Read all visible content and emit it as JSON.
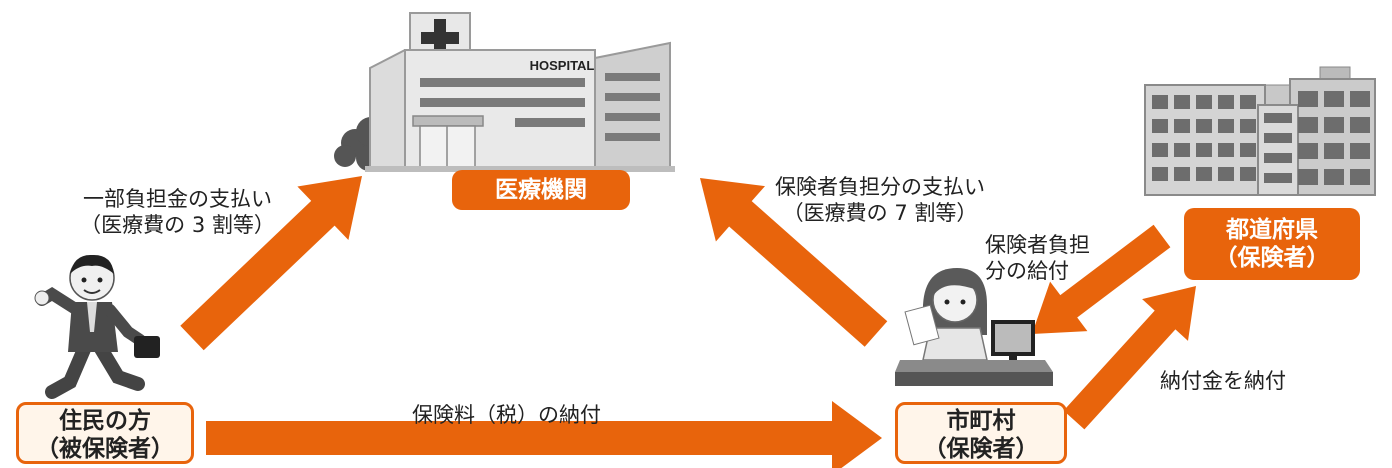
{
  "colors": {
    "accent": "#e8640c",
    "outline_fill": "#fff5ea",
    "building_gray": "#bdbdbd",
    "building_dark": "#6d6d6d"
  },
  "hospital": {
    "sign": "HOSPITAL",
    "label": "医療機関"
  },
  "prefecture": {
    "label_line1": "都道府県",
    "label_line2": "（保険者）"
  },
  "resident": {
    "label_line1": "住民の方",
    "label_line2": "（被保険者）"
  },
  "municipality": {
    "label_line1": "市町村",
    "label_line2": "（保険者）"
  },
  "flows": {
    "copay_line1": "一部負担金の支払い",
    "copay_line2": "（医療費の 3 割等）",
    "insurer_payment_line1": "保険者負担分の支払い",
    "insurer_payment_line2": "（医療費の 7 割等）",
    "benefit_line1": "保険者負担",
    "benefit_line2": "分の給付",
    "premium": "保険料（税）の納付",
    "contribution": "納付金を納付"
  },
  "icons": [
    "hospital-building-icon",
    "prefecture-building-icon",
    "businessman-icon",
    "office-worker-icon"
  ]
}
